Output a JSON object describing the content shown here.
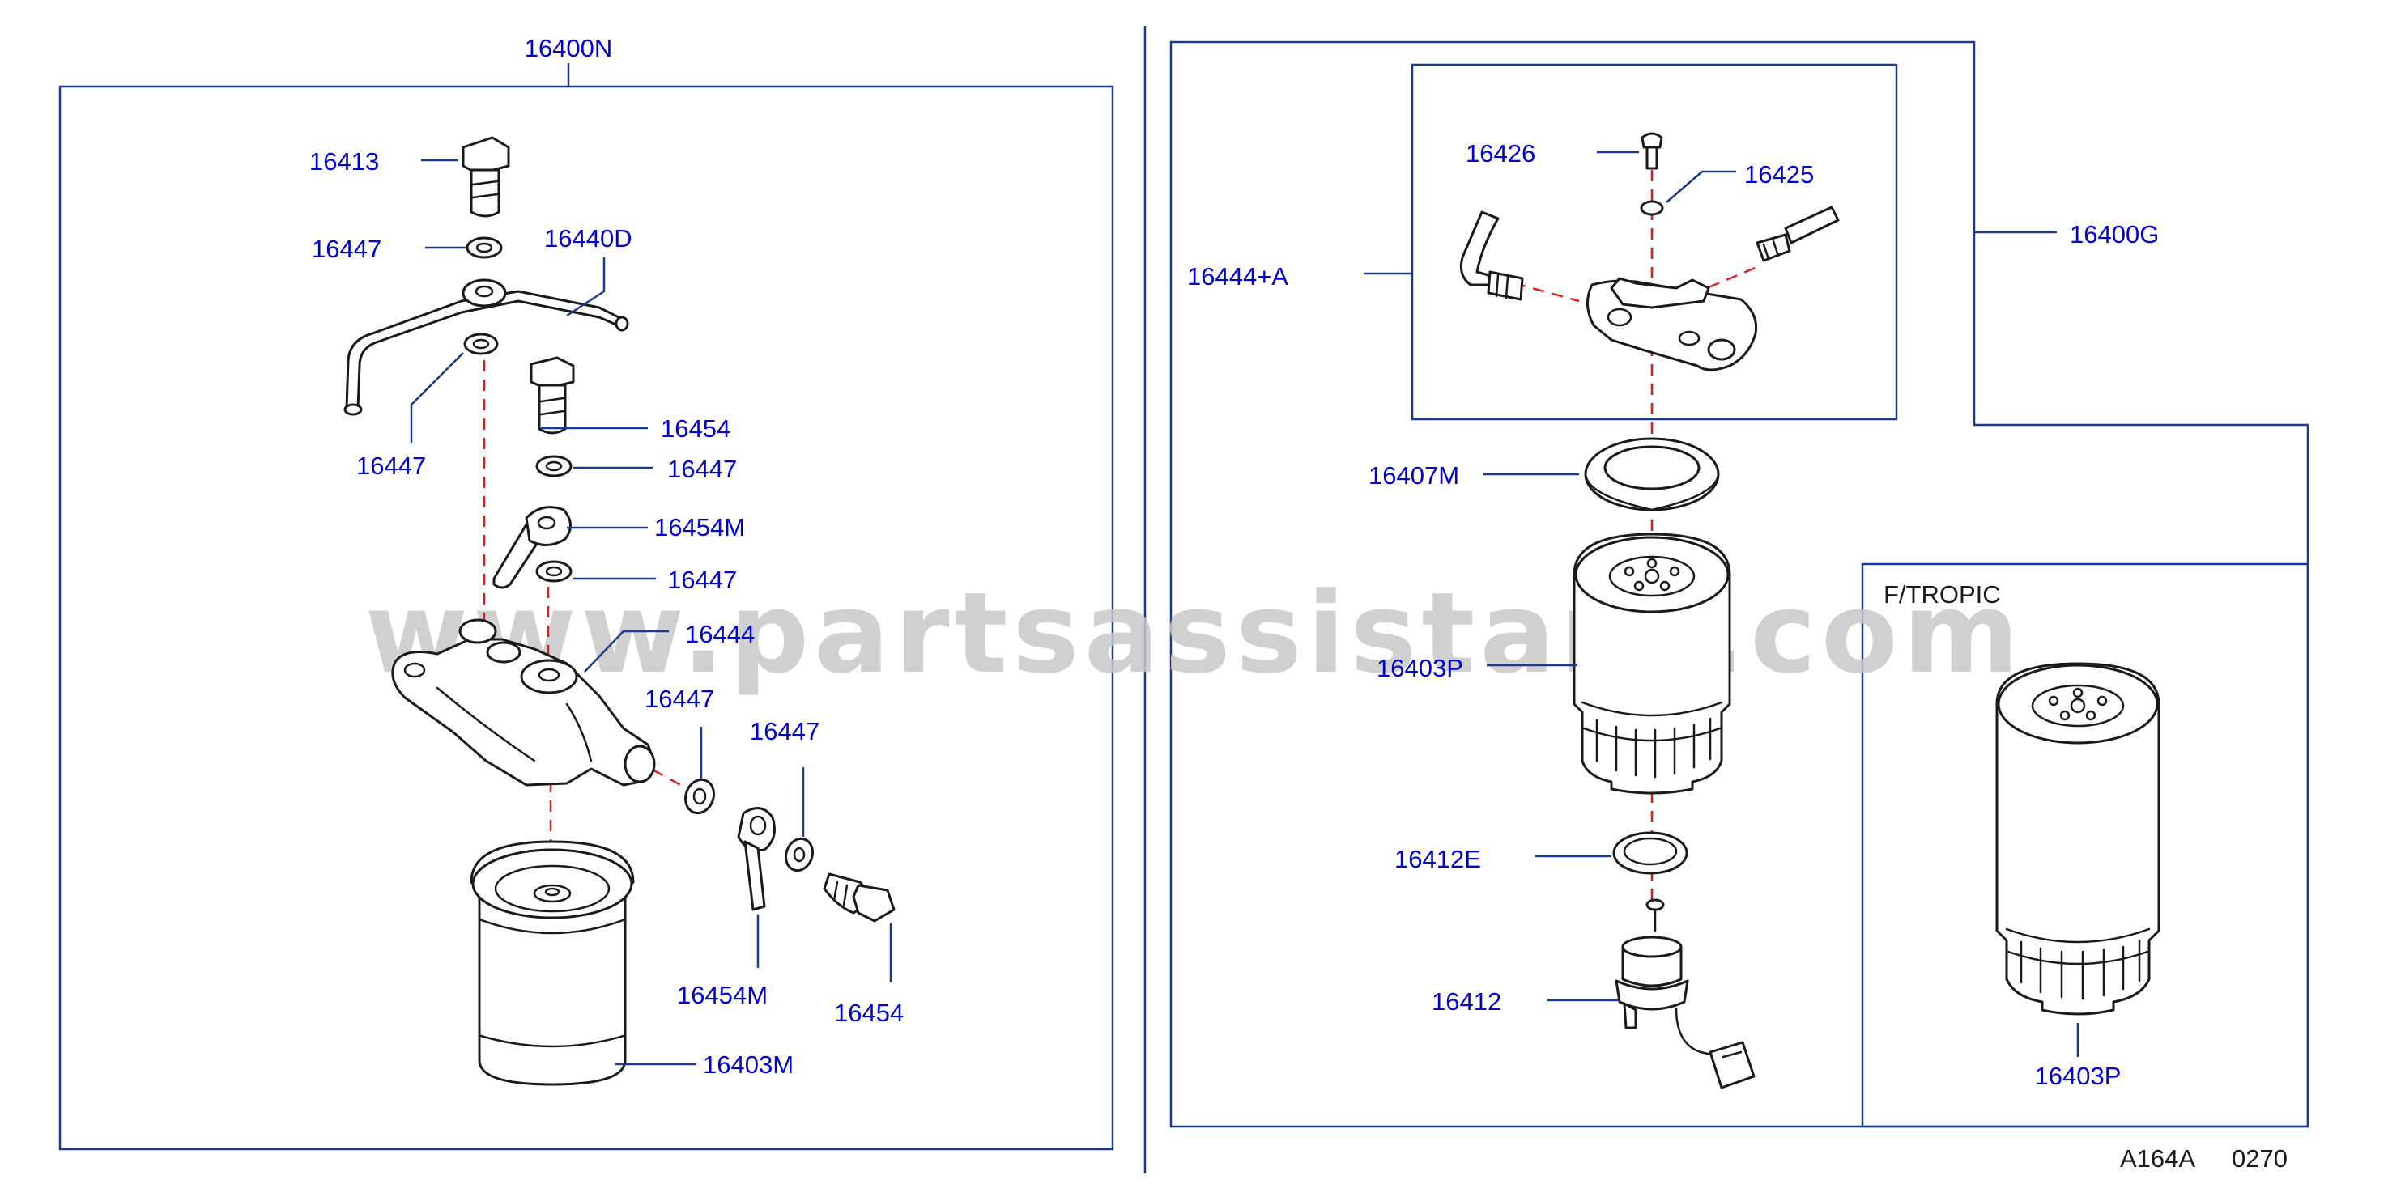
{
  "colors": {
    "label": "#0000cc",
    "frame": "#1a3a8c",
    "dash": "#d42020",
    "ink": "#1a1a1a",
    "watermark": "#c8c8c8"
  },
  "watermark": "www.partsassistant.com",
  "left_group": {
    "assembly_label": "16400N",
    "labels": {
      "bolt_top": "16413",
      "washer_top": "16447",
      "pipe": "16440D",
      "washer_left": "16447",
      "bolt_mid": "16454",
      "washer_mid1": "16447",
      "eye_fitting": "16454M",
      "washer_mid2": "16447",
      "filter_head": "16444",
      "washer_side1": "16447",
      "washer_side2": "16447",
      "eye_fitting_low": "16454M",
      "bolt_low": "16454",
      "filter": "16403M"
    }
  },
  "right_group": {
    "assembly_label": "16400G",
    "labels": {
      "screw": "16426",
      "washer": "16425",
      "head_assembly": "16444+A",
      "seal": "16407M",
      "filter": "16403P",
      "o_ring": "16412E",
      "sensor": "16412"
    },
    "variant": {
      "title": "F/TROPIC",
      "filter": "16403P"
    }
  },
  "footer": {
    "code": "A164A",
    "number": "0270"
  }
}
